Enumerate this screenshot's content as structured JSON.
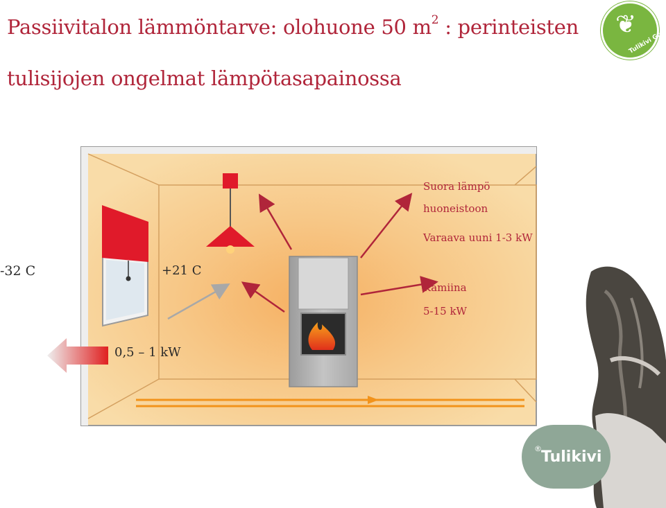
{
  "title": {
    "line1_main": "Passiivitalon lämmöntarve: olohuone 50 m",
    "line1_sup": "2",
    "line1_rest": " : perinteisten",
    "line2": "tulisijojen ongelmat lämpötasapainossa"
  },
  "labels": {
    "outside_temp": "-32 C",
    "inside_temp": "+21 C",
    "heat_loss": "0,5 – 1 kW",
    "direct_heat_1": "Suora lämpö",
    "direct_heat_2": "huoneistoon",
    "storage_stove": "Varaava uuni 1-3 kW",
    "stove_name": "Kamiina",
    "stove_power": "5-15 kW"
  },
  "badge": {
    "text": "Tulikivi Green",
    "icon": "leaf-icon"
  },
  "logo": {
    "text": "Tulikivi",
    "mark": "®"
  },
  "colors": {
    "title": "#b0253a",
    "room_wall": "#f4c58a",
    "arrow_red": "#b0253a",
    "badge_green": "#7ab640",
    "logo_gray": "#8fa797"
  }
}
